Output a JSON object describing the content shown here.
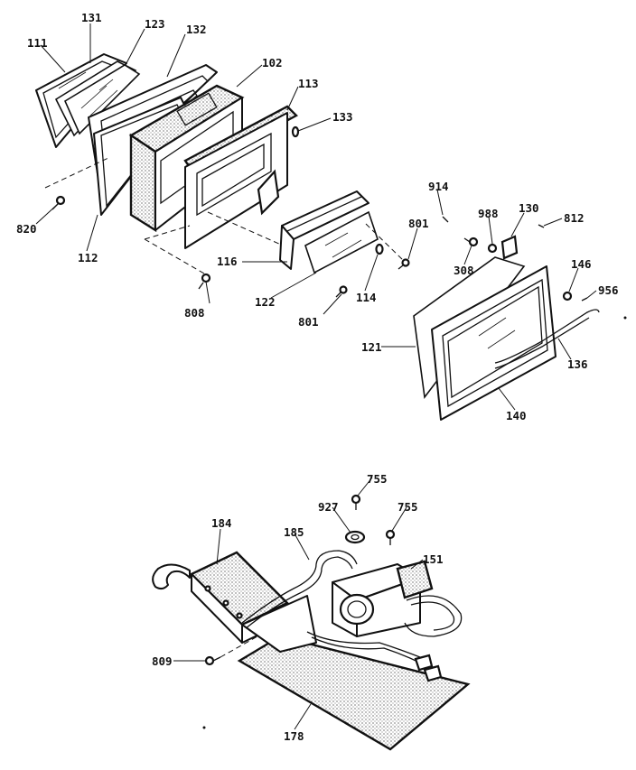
{
  "diagram": {
    "labels": {
      "l111": "111",
      "l131": "131",
      "l123": "123",
      "l132": "132",
      "l102": "102",
      "l113": "113",
      "l133": "133",
      "l820": "820",
      "l112": "112",
      "l116": "116",
      "l808": "808",
      "l122": "122",
      "l114": "114",
      "l801a": "801",
      "l801b": "801",
      "l914": "914",
      "l988": "988",
      "l130": "130",
      "l812": "812",
      "l308": "308",
      "l146": "146",
      "l956": "956",
      "l121": "121",
      "l136": "136",
      "l140": "140",
      "l755a": "755",
      "l927": "927",
      "l755b": "755",
      "l184": "184",
      "l185": "185",
      "l151": "151",
      "l809": "809",
      "l178": "178"
    }
  }
}
